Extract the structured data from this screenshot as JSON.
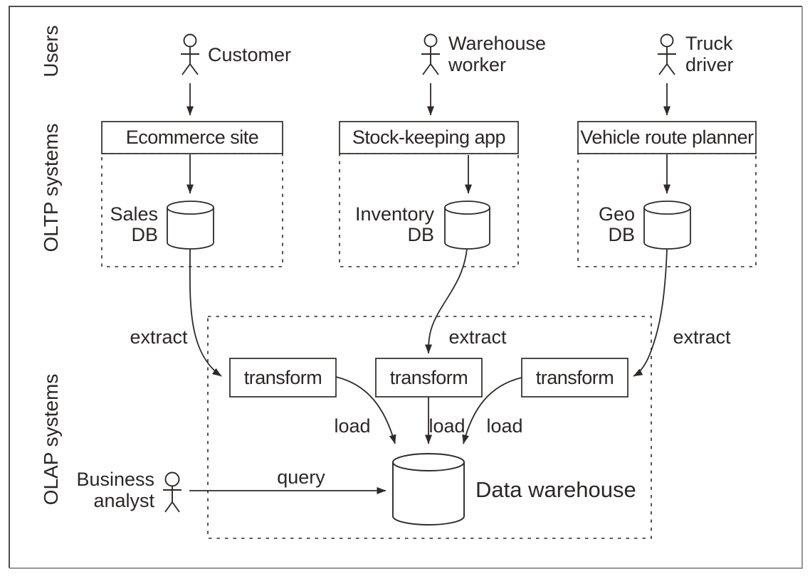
{
  "lanes": {
    "users": "Users",
    "oltp": "OLTP systems",
    "olap": "OLAP systems"
  },
  "pipelines": [
    {
      "actor": "Customer",
      "app": "Ecommerce site",
      "db": "Sales\nDB"
    },
    {
      "actor": "Warehouse\nworker",
      "app": "Stock-keeping app",
      "db": "Inventory\nDB"
    },
    {
      "actor": "Truck\ndriver",
      "app": "Vehicle route planner",
      "db": "Geo\nDB"
    }
  ],
  "etl": {
    "extract_labels": [
      "extract",
      "extract",
      "extract"
    ],
    "transform_labels": [
      "transform",
      "transform",
      "transform"
    ],
    "load_labels": [
      "load",
      "load",
      "load"
    ]
  },
  "warehouse": {
    "label": "Data warehouse"
  },
  "analyst": {
    "label": "Business\nanalyst",
    "query_label": "query"
  },
  "icons": {
    "actor": "person-stick-figure",
    "database": "database-cylinder"
  },
  "colors": {
    "background": "#ffffff",
    "line": "#2d2a28",
    "frame_dark": "#4d4d4f",
    "frame_light": "#95969a"
  }
}
